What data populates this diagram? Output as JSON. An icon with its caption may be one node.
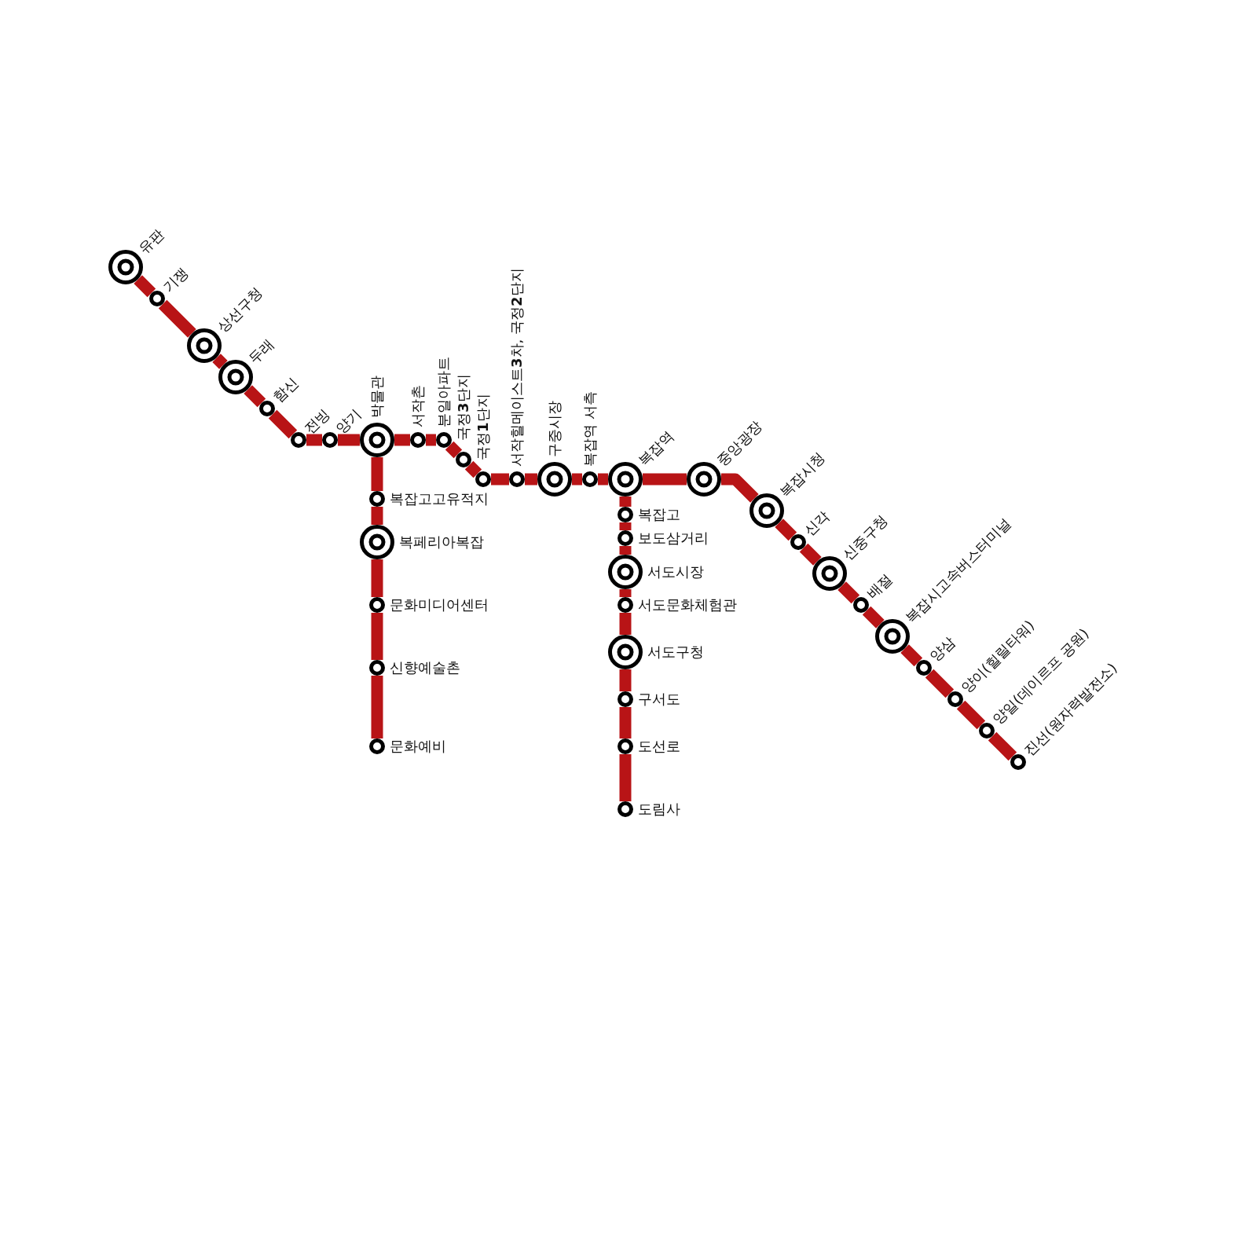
{
  "diagram": {
    "nodes": [
      {
        "text": [],
        "shape": "circle",
        "beside": [
          "유판"
        ]
      },
      {
        "text": [],
        "shape": "circle",
        "beside": [
          "기쟁"
        ]
      },
      {
        "text": [],
        "shape": "circle",
        "beside": [
          "상선구청"
        ]
      },
      {
        "text": [],
        "shape": "circle",
        "beside": [
          "두래"
        ]
      },
      {
        "text": [],
        "shape": "circle",
        "beside": [
          "함신"
        ]
      },
      {
        "text": [],
        "shape": "circle",
        "beside": [
          "전빙"
        ]
      },
      {
        "text": [],
        "shape": "circle",
        "beside": [
          "양기"
        ]
      },
      {
        "text": [],
        "shape": "circle",
        "beside": [
          "박물관"
        ]
      },
      {
        "text": [],
        "shape": "circle",
        "beside": [
          "서작촌"
        ]
      },
      {
        "text": [],
        "shape": "circle",
        "beside": [
          "분일아파트"
        ]
      },
      {
        "text": [],
        "shape": "circle",
        "beside": [
          "국정**3**단지"
        ]
      },
      {
        "text": [],
        "shape": "circle",
        "beside": [
          "국정**1**단지"
        ]
      },
      {
        "text": [],
        "shape": "circle",
        "beside": [
          "서작힐메이스트**3**차, 국정**2**단지"
        ]
      },
      {
        "text": [],
        "shape": "circle",
        "beside": [
          "구중시장"
        ]
      },
      {
        "text": [],
        "shape": "circle",
        "beside": [
          "복잡역 서측"
        ]
      },
      {
        "text": [],
        "shape": "circle",
        "beside": [
          "복잡역"
        ]
      },
      {
        "text": [],
        "shape": "circle",
        "beside": [
          "중앙광장"
        ]
      },
      {
        "text": [],
        "shape": "circle",
        "beside": [
          "복잡시청"
        ]
      },
      {
        "text": [],
        "shape": "circle",
        "beside": [
          "신각"
        ]
      },
      {
        "text": [],
        "shape": "circle",
        "beside": [
          "신중구청"
        ]
      },
      {
        "text": [],
        "shape": "circle",
        "beside": [
          "배절"
        ]
      },
      {
        "text": [],
        "shape": "circle",
        "beside": [
          "복잡시고속버스터미널"
        ]
      },
      {
        "text": [],
        "shape": "circle",
        "beside": [
          "양삼"
        ]
      },
      {
        "text": [],
        "shape": "circle",
        "beside": [
          "양이(힐릴타워)"
        ]
      },
      {
        "text": [],
        "shape": "circle",
        "beside": [
          "양일(데이르프 공원)"
        ]
      },
      {
        "text": [],
        "shape": "circle",
        "beside": [
          "진선(원자력발전소)"
        ]
      },
      {
        "text": [],
        "shape": "circle",
        "beside": [
          "복잡고고유적지"
        ]
      },
      {
        "text": [],
        "shape": "circle",
        "beside": [
          "복페리아복잡"
        ]
      },
      {
        "text": [],
        "shape": "circle",
        "beside": [
          "문화미디어센터"
        ]
      },
      {
        "text": [],
        "shape": "circle",
        "beside": [
          "신향예술촌"
        ]
      },
      {
        "text": [],
        "shape": "circle",
        "beside": [
          "문화예비"
        ]
      },
      {
        "text": [],
        "shape": "circle",
        "beside": [
          "복잡고"
        ]
      },
      {
        "text": [],
        "shape": "circle",
        "beside": [
          "보도삼거리"
        ]
      },
      {
        "text": [],
        "shape": "circle",
        "beside": [
          "서도시장"
        ]
      },
      {
        "text": [],
        "shape": "circle",
        "beside": [
          "서도문화체험관"
        ]
      },
      {
        "text": [],
        "shape": "circle",
        "beside": [
          "서도구청"
        ]
      },
      {
        "text": [],
        "shape": "circle",
        "beside": [
          "구서도"
        ]
      },
      {
        "text": [],
        "shape": "circle",
        "beside": [
          "도선로"
        ]
      },
      {
        "text": [],
        "shape": "circle",
        "beside": [
          "도림사"
        ]
      }
    ],
    "edges": [
      {
        "from": 0,
        "to": 1,
        "arrow": "none"
      },
      {
        "from": 1,
        "to": 2,
        "arrow": "none"
      },
      {
        "from": 2,
        "to": 3,
        "arrow": "none"
      },
      {
        "from": 3,
        "to": 4,
        "arrow": "none"
      },
      {
        "from": 4,
        "to": 5,
        "arrow": "none"
      },
      {
        "from": 5,
        "to": 6,
        "arrow": "none"
      },
      {
        "from": 6,
        "to": 7,
        "arrow": "none"
      },
      {
        "from": 7,
        "to": 8,
        "arrow": "none"
      },
      {
        "from": 8,
        "to": 9,
        "arrow": "none"
      },
      {
        "from": 9,
        "to": 10,
        "arrow": "none"
      },
      {
        "from": 10,
        "to": 11,
        "arrow": "none"
      },
      {
        "from": 11,
        "to": 12,
        "arrow": "none"
      },
      {
        "from": 12,
        "to": 13,
        "arrow": "none"
      },
      {
        "from": 13,
        "to": 14,
        "arrow": "none"
      },
      {
        "from": 14,
        "to": 15,
        "arrow": "none"
      },
      {
        "from": 15,
        "to": 16,
        "arrow": "none"
      },
      {
        "from": 16,
        "to": 17,
        "arrow": "none"
      },
      {
        "from": 17,
        "to": 18,
        "arrow": "none"
      },
      {
        "from": 18,
        "to": 19,
        "arrow": "none"
      },
      {
        "from": 19,
        "to": 20,
        "arrow": "none"
      },
      {
        "from": 20,
        "to": 21,
        "arrow": "none"
      },
      {
        "from": 21,
        "to": 22,
        "arrow": "none"
      },
      {
        "from": 22,
        "to": 23,
        "arrow": "none"
      },
      {
        "from": 23,
        "to": 24,
        "arrow": "none"
      },
      {
        "from": 24,
        "to": 25,
        "arrow": "none"
      },
      {
        "from": 7,
        "to": 26,
        "arrow": "none"
      },
      {
        "from": 26,
        "to": 27,
        "arrow": "none"
      },
      {
        "from": 27,
        "to": 28,
        "arrow": "none"
      },
      {
        "from": 28,
        "to": 29,
        "arrow": "none"
      },
      {
        "from": 29,
        "to": 30,
        "arrow": "none"
      },
      {
        "from": 15,
        "to": 31,
        "arrow": "none"
      },
      {
        "from": 31,
        "to": 32,
        "arrow": "none"
      },
      {
        "from": 32,
        "to": 33,
        "arrow": "none"
      },
      {
        "from": 33,
        "to": 34,
        "arrow": "none"
      },
      {
        "from": 34,
        "to": 35,
        "arrow": "none"
      },
      {
        "from": 35,
        "to": 36,
        "arrow": "none"
      },
      {
        "from": 36,
        "to": 37,
        "arrow": "none"
      },
      {
        "from": 37,
        "to": 38,
        "arrow": "none"
      }
    ]
  }
}
